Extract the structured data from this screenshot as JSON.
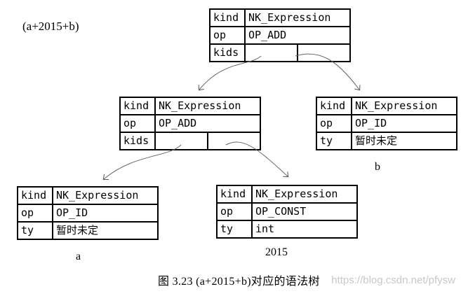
{
  "expression": "(a+2015+b)",
  "caption": "图 3.23  (a+2015+b)对应的语法树",
  "watermark": "https://blog.csdn.net/pfysw",
  "nodes": {
    "root": {
      "kind_label": "kind",
      "kind_value": "NK_Expression",
      "op_label": "op",
      "op_value": "OP_ADD",
      "kids_label": "kids"
    },
    "add_left": {
      "kind_label": "kind",
      "kind_value": "NK_Expression",
      "op_label": "op",
      "op_value": "OP_ADD",
      "kids_label": "kids"
    },
    "id_b": {
      "kind_label": "kind",
      "kind_value": "NK_Expression",
      "op_label": "op",
      "op_value": "OP_ID",
      "ty_label": "ty",
      "ty_value": "暂时未定",
      "name": "b"
    },
    "id_a": {
      "kind_label": "kind",
      "kind_value": "NK_Expression",
      "op_label": "op",
      "op_value": "OP_ID",
      "ty_label": "ty",
      "ty_value": "暂时未定",
      "name": "a"
    },
    "const_2015": {
      "kind_label": "kind",
      "kind_value": "NK_Expression",
      "op_label": "op",
      "op_value": "OP_CONST",
      "ty_label": "ty",
      "ty_value": "int",
      "name": "2015"
    }
  }
}
